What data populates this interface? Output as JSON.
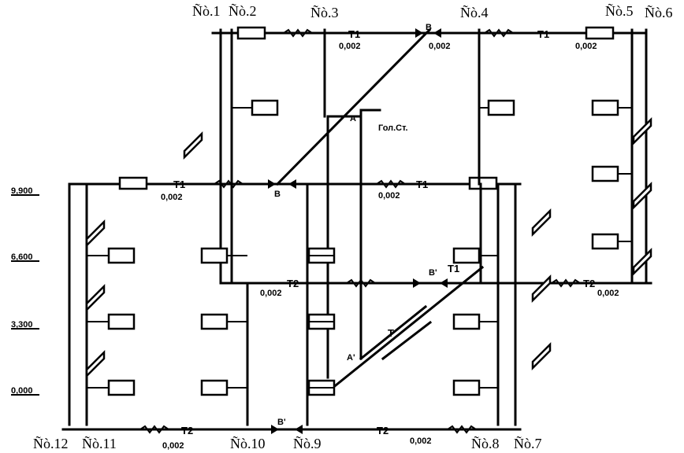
{
  "risers": {
    "r1": "Ñò.1",
    "r2": "Ñò.2",
    "r3": "Ñò.3",
    "r4": "Ñò.4",
    "r5": "Ñò.5",
    "r6": "Ñò.6",
    "r7": "Ñò.7",
    "r8": "Ñò.8",
    "r9": "Ñò.9",
    "r10": "Ñò.10",
    "r11": "Ñò.11",
    "r12": "Ñò.12"
  },
  "lines": {
    "supply": "T1",
    "return": "T2",
    "supply_short": "T1",
    "shortT": "T"
  },
  "slope": "0,002",
  "levels": [
    "9,900",
    "6,600",
    "3,300",
    "0,000"
  ],
  "points": {
    "a": "A",
    "a_prime": "A'",
    "b": "B",
    "b_prime": "B'",
    "b_low": "B'"
  },
  "annotations": {
    "main_riser": "Гол.Ст."
  }
}
